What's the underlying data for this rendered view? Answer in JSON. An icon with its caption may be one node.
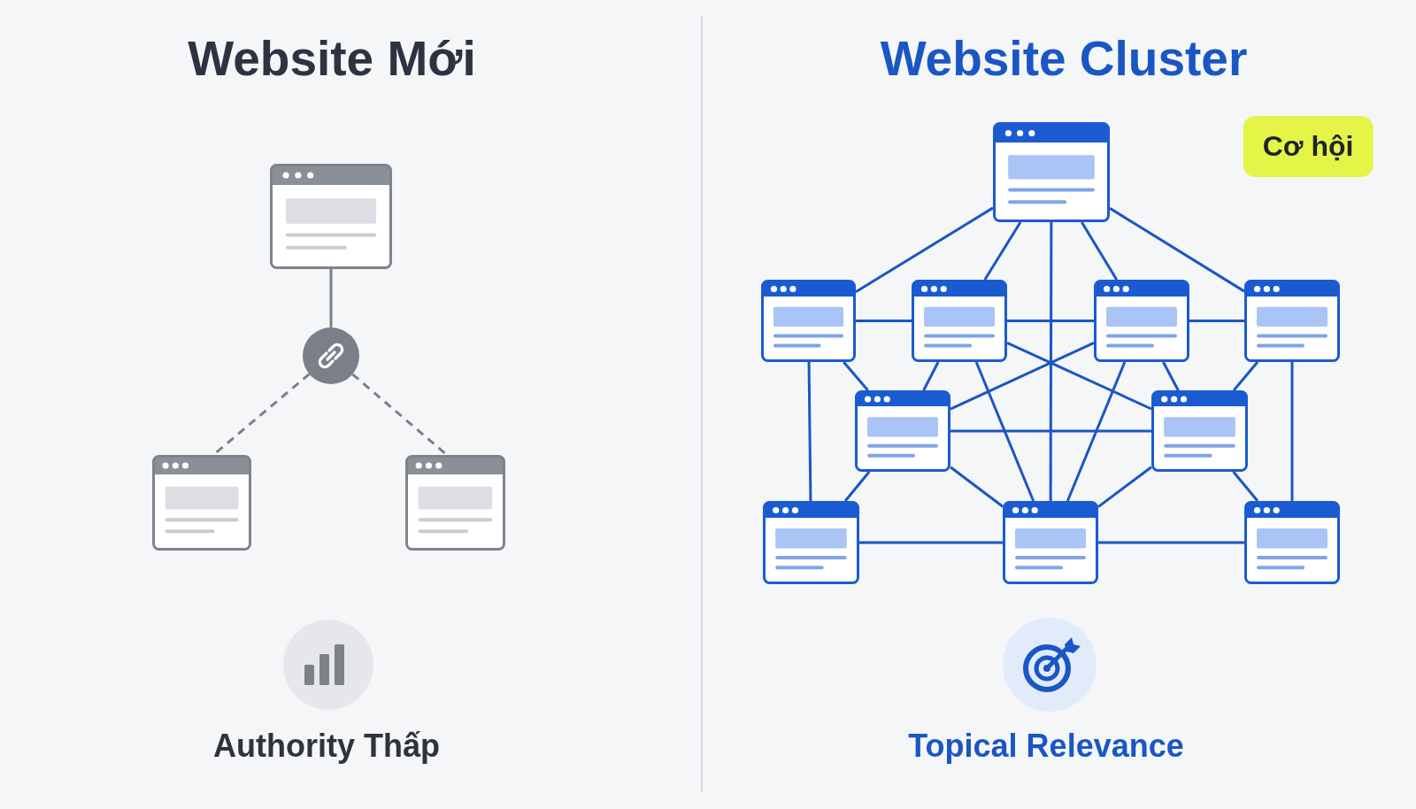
{
  "diagram": {
    "nodes": [
      {
        "text": [],
        "shape": "box"
      },
      {
        "text": [],
        "shape": "circle"
      },
      {
        "text": [],
        "shape": "box"
      },
      {
        "text": [],
        "shape": "box"
      },
      {
        "text": [],
        "shape": "box"
      },
      {
        "text": [],
        "shape": "box"
      },
      {
        "text": [],
        "shape": "box"
      },
      {
        "text": [],
        "shape": "box"
      },
      {
        "text": [],
        "shape": "box"
      },
      {
        "text": [],
        "shape": "box"
      },
      {
        "text": [],
        "shape": "box"
      },
      {
        "text": [],
        "shape": "box"
      },
      {
        "text": [],
        "shape": "box"
      },
      {
        "text": [],
        "shape": "box"
      }
    ],
    "edges": [
      {
        "from": 0,
        "to": 1,
        "arrow": "none",
        "color": "#7b7f87"
      },
      {
        "from": 1,
        "to": 2,
        "arrow": "none",
        "style": "dashed",
        "color": "#7b7f87"
      },
      {
        "from": 1,
        "to": 3,
        "arrow": "none",
        "style": "dashed",
        "color": "#7b7f87"
      },
      {
        "from": 4,
        "to": 5,
        "arrow": "none"
      },
      {
        "from": 4,
        "to": 6,
        "arrow": "none"
      },
      {
        "from": 4,
        "to": 12,
        "arrow": "none"
      },
      {
        "from": 4,
        "to": 7,
        "arrow": "none"
      },
      {
        "from": 4,
        "to": 8,
        "arrow": "none"
      },
      {
        "from": 5,
        "to": 6,
        "arrow": "none"
      },
      {
        "from": 6,
        "to": 7,
        "arrow": "none"
      },
      {
        "from": 7,
        "to": 8,
        "arrow": "none"
      },
      {
        "from": 5,
        "to": 11,
        "arrow": "none"
      },
      {
        "from": 8,
        "to": 13,
        "arrow": "none"
      },
      {
        "from": 5,
        "to": 9,
        "arrow": "none"
      },
      {
        "from": 6,
        "to": 9,
        "arrow": "none"
      },
      {
        "from": 7,
        "to": 10,
        "arrow": "none"
      },
      {
        "from": 8,
        "to": 10,
        "arrow": "none"
      },
      {
        "from": 6,
        "to": 12,
        "arrow": "none"
      },
      {
        "from": 7,
        "to": 12,
        "arrow": "none"
      },
      {
        "from": 6,
        "to": 10,
        "arrow": "none"
      },
      {
        "from": 7,
        "to": 9,
        "arrow": "none"
      },
      {
        "from": 9,
        "to": 10,
        "arrow": "none"
      },
      {
        "from": 9,
        "to": 11,
        "arrow": "none"
      },
      {
        "from": 9,
        "to": 12,
        "arrow": "none"
      },
      {
        "from": 10,
        "to": 12,
        "arrow": "none"
      },
      {
        "from": 10,
        "to": 13,
        "arrow": "none"
      },
      {
        "from": 11,
        "to": 12,
        "arrow": "none"
      },
      {
        "from": 12,
        "to": 13,
        "arrow": "none"
      }
    ],
    "labels": [
      "Website Mới",
      "Website Cluster",
      "Cơ hội",
      "Authority Thấp",
      "Topical Relevance"
    ]
  }
}
